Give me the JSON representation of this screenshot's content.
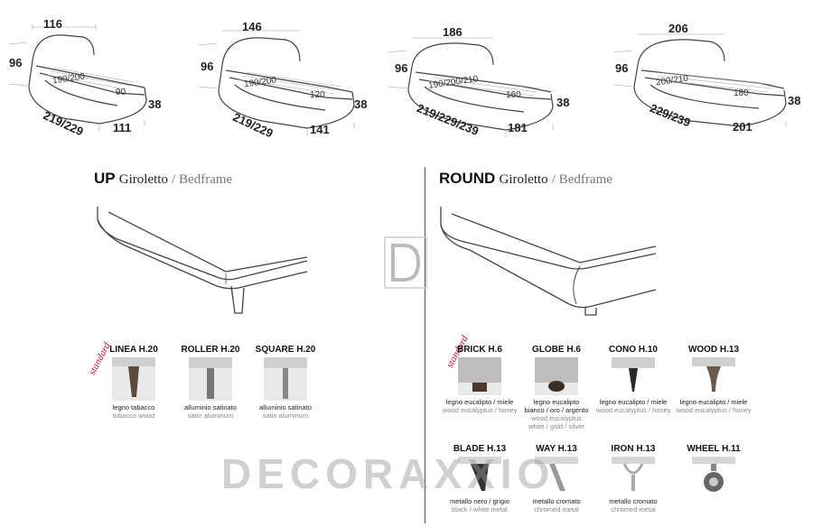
{
  "beds": [
    {
      "width_top": "116",
      "height": "96",
      "length": "219/229",
      "width_bottom": "111",
      "frame_height": "38",
      "mattress_length": "190/200",
      "mattress_width": "90"
    },
    {
      "width_top": "146",
      "height": "96",
      "length": "219/229",
      "width_bottom": "141",
      "frame_height": "38",
      "mattress_length": "190/200",
      "mattress_width": "120"
    },
    {
      "width_top": "186",
      "height": "96",
      "length": "219/229/239",
      "width_bottom": "181",
      "frame_height": "38",
      "mattress_length": "190/200/210",
      "mattress_width": "160"
    },
    {
      "width_top": "206",
      "height": "96",
      "length": "229/239",
      "width_bottom": "201",
      "frame_height": "38",
      "mattress_length": "200/210",
      "mattress_width": "180"
    }
  ],
  "up": {
    "model": "UP",
    "label_it": "Giroletto",
    "label_en": "/ Bedframe"
  },
  "round": {
    "model": "ROUND",
    "label_it": "Giroletto",
    "label_en": "/ Bedframe"
  },
  "standard_label": "standard",
  "up_feet": [
    {
      "name": "LINEA H.20",
      "it": "legno tabacco",
      "en": "tobacco wood"
    },
    {
      "name": "ROLLER H.20",
      "it": "alluminio satinato",
      "en": "satin aluminum"
    },
    {
      "name": "SQUARE H.20",
      "it": "alluminio satinato",
      "en": "satin aluminum"
    }
  ],
  "round_feet_row1": [
    {
      "name": "BRICK H.6",
      "it": "legno eucalipto / miele",
      "en": "wood eucalyptus / honey"
    },
    {
      "name": "GLOBE H.6",
      "it": "legno eucalipto",
      "it2": "bianco / oro / argento",
      "en": "wood eucalyptus",
      "en2": "white / gold / silver"
    },
    {
      "name": "CONO H.10",
      "it": "legno eucalipto / miele",
      "en": "wood eucalyptus / honey"
    },
    {
      "name": "WOOD H.13",
      "it": "legno eucalipto / miele",
      "en": "wood eucalyptus / honey"
    }
  ],
  "round_feet_row2": [
    {
      "name": "BLADE H.13",
      "it": "metallo nero / grigio",
      "en": "black / white metal"
    },
    {
      "name": "WAY H.13",
      "it": "metallo cromato",
      "en": "chromed metal"
    },
    {
      "name": "IRON H.13",
      "it": "metallo cromato",
      "en": "chromed metal"
    },
    {
      "name": "WHEEL H.11",
      "it": "",
      "en": ""
    }
  ],
  "watermark": "DECORAXXIO",
  "colors": {
    "standard": "#c8102e",
    "line": "#444444",
    "photo_bg": "#e9e9e9"
  }
}
